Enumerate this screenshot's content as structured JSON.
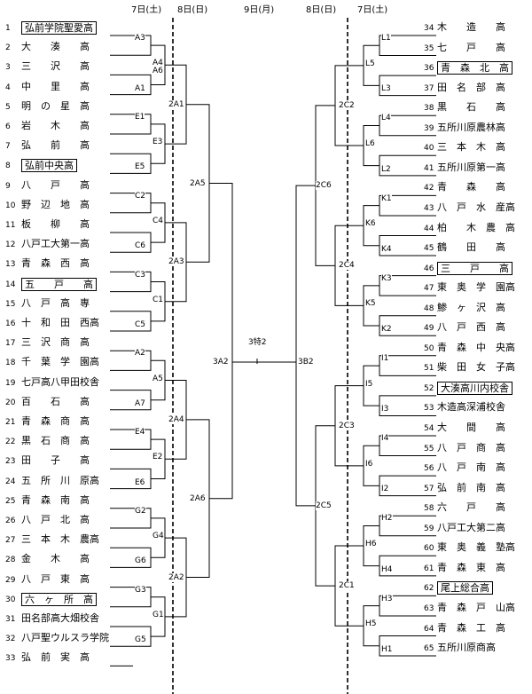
{
  "dates": [
    "7日(土)",
    "8日(日)",
    "9日(月)",
    "8日(日)",
    "7日(土)"
  ],
  "left_teams": [
    {
      "no": "1",
      "name": "弘前学院聖愛高",
      "boxed": true
    },
    {
      "no": "2",
      "name": "大　　湊　　高",
      "boxed": false
    },
    {
      "no": "3",
      "name": "三　　沢　　高",
      "boxed": false
    },
    {
      "no": "4",
      "name": "中　　里　　高",
      "boxed": false
    },
    {
      "no": "5",
      "name": "明　の　星　高",
      "boxed": false
    },
    {
      "no": "6",
      "name": "岩　　木　　高",
      "boxed": false
    },
    {
      "no": "7",
      "name": "弘　　前　　高",
      "boxed": false
    },
    {
      "no": "8",
      "name": "弘前中央高",
      "boxed": true
    },
    {
      "no": "9",
      "name": "八　　戸　　高",
      "boxed": false
    },
    {
      "no": "10",
      "name": "野　辺　地　高",
      "boxed": false
    },
    {
      "no": "11",
      "name": "板　　柳　　高",
      "boxed": false
    },
    {
      "no": "12",
      "name": "八戸工大第一高",
      "boxed": false
    },
    {
      "no": "13",
      "name": "青　森　西　高",
      "boxed": false
    },
    {
      "no": "14",
      "name": "五　　戸　　高",
      "boxed": true
    },
    {
      "no": "15",
      "name": "八　戸　高　専",
      "boxed": false
    },
    {
      "no": "16",
      "name": "十　和　田　西高",
      "boxed": false
    },
    {
      "no": "17",
      "name": "三　沢　商　高",
      "boxed": false
    },
    {
      "no": "18",
      "name": "千　葉　学　園高",
      "boxed": false
    },
    {
      "no": "19",
      "name": "七戸高八甲田校舎",
      "boxed": false
    },
    {
      "no": "20",
      "name": "百　　石　　高",
      "boxed": false
    },
    {
      "no": "21",
      "name": "青　森　商　高",
      "boxed": false
    },
    {
      "no": "22",
      "name": "黒　石　商　高",
      "boxed": false
    },
    {
      "no": "23",
      "name": "田　　子　　高",
      "boxed": false
    },
    {
      "no": "24",
      "name": "五　所　川　原高",
      "boxed": false
    },
    {
      "no": "25",
      "name": "青　森　南　高",
      "boxed": false
    },
    {
      "no": "26",
      "name": "八　戸　北　高",
      "boxed": false
    },
    {
      "no": "27",
      "name": "三　本　木　農高",
      "boxed": false
    },
    {
      "no": "28",
      "name": "金　　木　　高",
      "boxed": false
    },
    {
      "no": "29",
      "name": "八　戸　東　高",
      "boxed": false
    },
    {
      "no": "30",
      "name": "六　ヶ　所　高",
      "boxed": true
    },
    {
      "no": "31",
      "name": "田名部高大畑校舎",
      "boxed": false
    },
    {
      "no": "32",
      "name": "八戸聖ウルスラ学院",
      "boxed": false
    },
    {
      "no": "33",
      "name": "弘　前　実　高",
      "boxed": false
    }
  ],
  "right_teams": [
    {
      "no": "34",
      "name": "木　　造　　高",
      "boxed": false
    },
    {
      "no": "35",
      "name": "七　　戸　　高",
      "boxed": false
    },
    {
      "no": "36",
      "name": "青　森　北　高",
      "boxed": true
    },
    {
      "no": "37",
      "name": "田　名　部　高",
      "boxed": false
    },
    {
      "no": "38",
      "name": "黒　　石　　高",
      "boxed": false
    },
    {
      "no": "39",
      "name": "五所川原農林高",
      "boxed": false
    },
    {
      "no": "40",
      "name": "三　本　木　高",
      "boxed": false
    },
    {
      "no": "41",
      "name": "五所川原第一高",
      "boxed": false
    },
    {
      "no": "42",
      "name": "青　　森　　高",
      "boxed": false
    },
    {
      "no": "43",
      "name": "八　戸　水　産高",
      "boxed": false
    },
    {
      "no": "44",
      "name": "柏　　木　農　高",
      "boxed": false
    },
    {
      "no": "45",
      "name": "鶴　　田　　高",
      "boxed": false
    },
    {
      "no": "46",
      "name": "三　　戸　　高",
      "boxed": true
    },
    {
      "no": "47",
      "name": "東　奥　学　園高",
      "boxed": false
    },
    {
      "no": "48",
      "name": "鯵　ヶ　沢　高",
      "boxed": false
    },
    {
      "no": "49",
      "name": "八　戸　西　高",
      "boxed": false
    },
    {
      "no": "50",
      "name": "青　森　中　央高",
      "boxed": false
    },
    {
      "no": "51",
      "name": "柴　田　女　子高",
      "boxed": false
    },
    {
      "no": "52",
      "name": "大湊高川内校舎",
      "boxed": true
    },
    {
      "no": "53",
      "name": "木造高深浦校舎",
      "boxed": false
    },
    {
      "no": "54",
      "name": "大　　間　　高",
      "boxed": false
    },
    {
      "no": "55",
      "name": "八　戸　商　高",
      "boxed": false
    },
    {
      "no": "56",
      "name": "八　戸　南　高",
      "boxed": false
    },
    {
      "no": "57",
      "name": "弘　前　南　高",
      "boxed": false
    },
    {
      "no": "58",
      "name": "六　　戸　　高",
      "boxed": false
    },
    {
      "no": "59",
      "name": "八戸工大第二高",
      "boxed": false
    },
    {
      "no": "60",
      "name": "東　奥　義　塾高",
      "boxed": false
    },
    {
      "no": "61",
      "name": "青　森　東　高",
      "boxed": false
    },
    {
      "no": "62",
      "name": "尾上総合高",
      "boxed": true
    },
    {
      "no": "63",
      "name": "青　森　戸　山高",
      "boxed": false
    },
    {
      "no": "64",
      "name": "青　森　工　高",
      "boxed": false
    },
    {
      "no": "65",
      "name": "五所川原商高",
      "boxed": false
    }
  ],
  "left_r1_codes": [
    "A3",
    "A1",
    "A4",
    "E1",
    "E5",
    "E3",
    "C2",
    "C6",
    "C4",
    "C3",
    "C5",
    "C1",
    "A2",
    "A7",
    "A5",
    "E4",
    "E6",
    "E2",
    "G2",
    "G6",
    "G4",
    "G3",
    "G5",
    "G1"
  ],
  "left_r2_codes": [
    "A6",
    "2A1",
    "2A3",
    "2A4",
    "2A2"
  ],
  "left_r3_codes": [
    "2A5",
    "2A6"
  ],
  "right_r1_codes": [
    "L1",
    "L5",
    "L3",
    "L4",
    "L6",
    "L2",
    "K1",
    "K6",
    "K4",
    "K3",
    "K5",
    "K2",
    "I1",
    "I5",
    "I3",
    "I4",
    "I6",
    "I2",
    "H2",
    "H6",
    "H4",
    "H3",
    "H5",
    "H1"
  ],
  "right_r2_codes": [
    "2C2",
    "2C6",
    "2C4",
    "2C3",
    "2C5",
    "2C1"
  ],
  "final_codes": [
    "3A2",
    "3特2",
    "3B2"
  ]
}
